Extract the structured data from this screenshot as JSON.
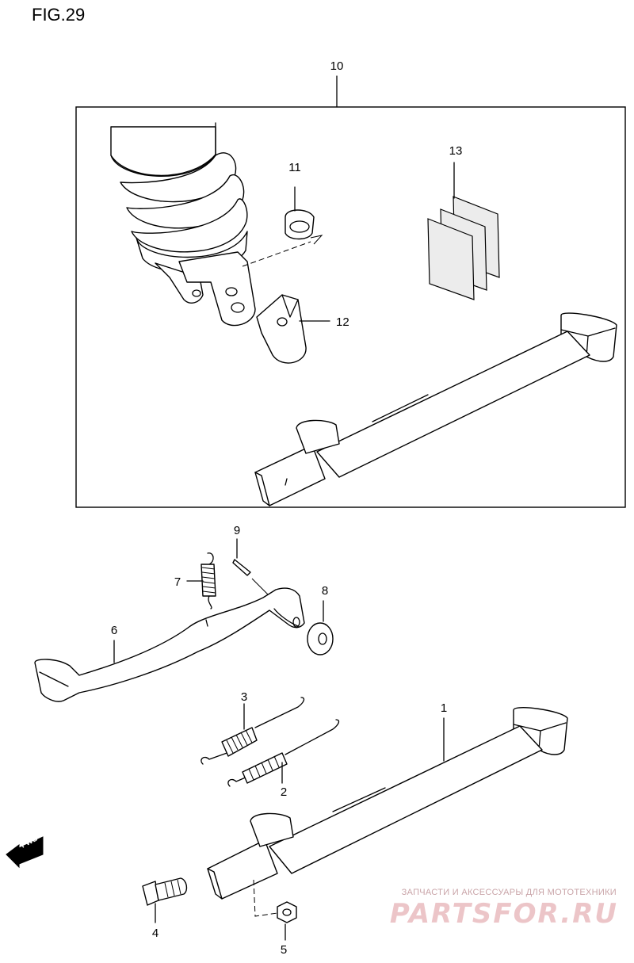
{
  "figure": {
    "title": "FIG.29"
  },
  "callouts": [
    "10",
    "11",
    "12",
    "13",
    "9",
    "7",
    "8",
    "6",
    "3",
    "2",
    "1",
    "4",
    "5"
  ],
  "fwd_badge": {
    "label": "FWD"
  },
  "watermark": {
    "tagline": "ЗАПЧАСТИ И АКСЕССУАРЫ ДЛЯ МОТОТЕХНИКИ",
    "logo": "PARTSFOR.RU"
  },
  "colors": {
    "line": "#000000",
    "watermark": "#e8b8bc"
  }
}
